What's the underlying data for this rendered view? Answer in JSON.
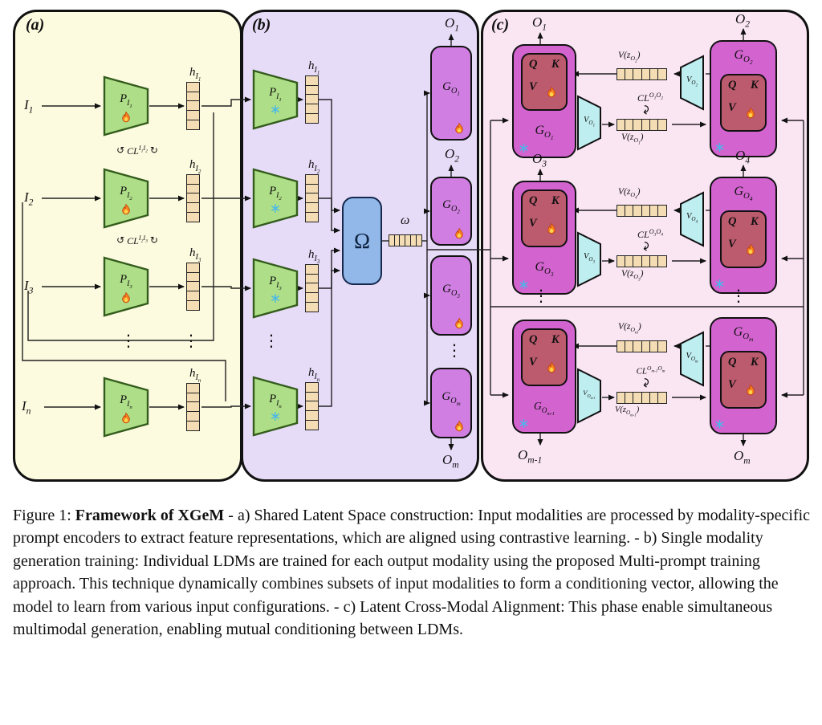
{
  "glyphs": {
    "loop_left": "↺",
    "loop_right": "↻",
    "curve_arrow": "↷",
    "dots": "⋮"
  },
  "colors": {
    "panel_a_bg": "#fcfadf",
    "panel_b_bg": "#e7dcf8",
    "panel_c_bg": "#fae5f3",
    "encoder_green": "#aede87",
    "generator_purple": "#d07ee2",
    "cross_gen_magenta": "#d263cf",
    "attention_maroon": "#bc5a6e",
    "omega_blue": "#92b8ea",
    "vae_cyan": "#bfeef0",
    "token_tan": "#f4dcb4",
    "line_black": "#222222"
  },
  "panel_a": {
    "tag": "(a)",
    "inputs": [
      "I_{1}",
      "I_{2}",
      "I_{3}",
      "I_{n}"
    ],
    "encoders": [
      "P_{I_{1}}",
      "P_{I_{2}}",
      "P_{I_{3}}",
      "P_{I_{n}}"
    ],
    "features": [
      "h_{I_{1}}",
      "h_{I_{2}}",
      "h_{I_{3}}",
      "h_{I_{n}}"
    ],
    "contrastive": [
      "CL^{I_{1}I_{2}}",
      "CL^{I_{2}I_{3}}"
    ]
  },
  "panel_b": {
    "tag": "(b)",
    "encoders": [
      "P_{I_{1}}",
      "P_{I_{2}}",
      "P_{I_{3}}",
      "P_{I_{n}}"
    ],
    "features": [
      "h_{I_{1}}",
      "h_{I_{2}}",
      "h_{I_{3}}",
      "h_{I_{n}}"
    ],
    "combiner": "Ω",
    "condition_vector": "ω",
    "generators": [
      "G_{O_{1}}",
      "G_{O_{2}}",
      "G_{O_{3}}",
      "G_{O_{m}}"
    ],
    "outputs": [
      "O_{1}",
      "O_{2}",
      "O_{m}"
    ]
  },
  "panel_c": {
    "tag": "(c)",
    "attention": {
      "q": "Q",
      "k": "K",
      "v": "V"
    },
    "rows": [
      {
        "left_out": "O_{1}",
        "right_out": "O_{2}",
        "left_gen": "G_{O_{1}}",
        "right_gen": "G_{O_{2}}",
        "left_vae": "V_{O_{1}}",
        "right_vae": "V_{O_{2}}",
        "top_latent": "V(z_{O_{2}})",
        "bottom_latent": "V(z_{O_{1}})",
        "contrastive": "CL^{O_{1}O_{2}}"
      },
      {
        "left_out": "O_{3}",
        "right_out": "O_{4}",
        "left_gen": "G_{O_{3}}",
        "right_gen": "G_{O_{4}}",
        "left_vae": "V_{O_{3}}",
        "right_vae": "V_{O_{4}}",
        "top_latent": "V(z_{O_{4}})",
        "bottom_latent": "V(z_{O_{3}})",
        "contrastive": "CL^{O_{3}O_{4}}"
      },
      {
        "left_out": "O_{m-1}",
        "right_out": "O_{m}",
        "left_gen": "G_{O_{m-1}}",
        "right_gen": "G_{O_{m}}",
        "left_vae": "V_{O_{m-1}}",
        "right_vae": "V_{O_{m}}",
        "top_latent": "V(z_{O_{m}})",
        "bottom_latent": "V(z_{O_{m-1}})",
        "contrastive": "CL^{O_{m-1}O_{m}}"
      }
    ]
  },
  "caption": {
    "prefix": "Figure 1: ",
    "title": "Framework of XGeM",
    "body": " - a) Shared Latent Space construction: Input modalities are processed by modality-specific prompt encoders to extract feature representations, which are aligned using contrastive learning. - b) Single modality generation training: Individual LDMs are trained for each output modality using the proposed Multi-prompt training approach. This technique dynamically combines subsets of input modalities to form a conditioning vector, allowing the model to learn from various input configurations. - c) Latent Cross-Modal Alignment: This phase enable simultaneous multimodal generation, enabling mutual conditioning between LDMs."
  }
}
